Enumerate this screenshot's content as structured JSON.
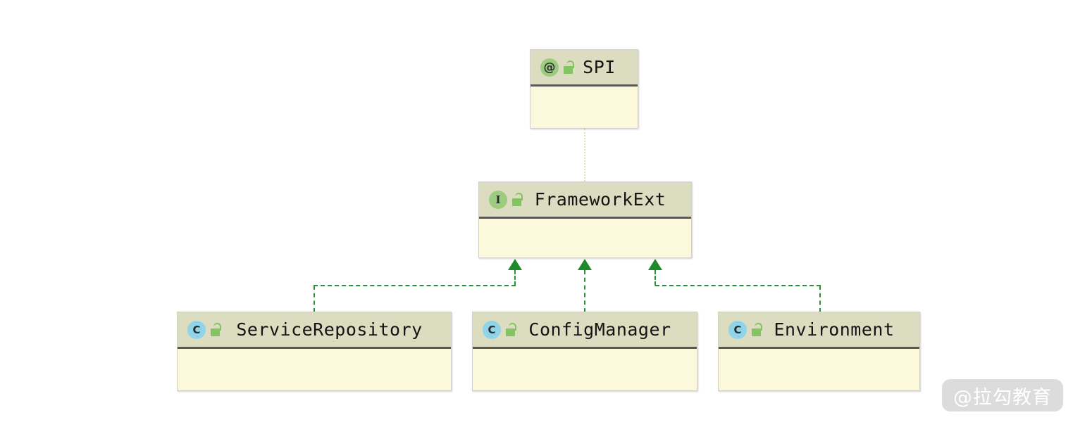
{
  "diagram": {
    "type": "uml-class-diagram",
    "background_color": "#ffffff",
    "header_color": "#dcdcc0",
    "body_color": "#fcf8dc",
    "divider_color": "#5a5a52",
    "arrow_color": "#2a9134",
    "dotted_color": "#e3e0b4",
    "nodes": [
      {
        "id": "spi",
        "name": "SPI",
        "stereotype": "annotation",
        "stereotype_glyph": "@",
        "visibility": "public",
        "visibility_icon": "unlocked-padlock-icon",
        "icon_color": "#9ccc7f"
      },
      {
        "id": "frameworkext",
        "name": "FrameworkExt",
        "stereotype": "interface",
        "stereotype_glyph": "I",
        "visibility": "public",
        "visibility_icon": "unlocked-padlock-icon",
        "icon_color": "#9ccc7f"
      },
      {
        "id": "servicerepository",
        "name": "ServiceRepository",
        "stereotype": "class",
        "stereotype_glyph": "C",
        "visibility": "public",
        "visibility_icon": "unlocked-padlock-icon",
        "icon_color": "#8fd4e8"
      },
      {
        "id": "configmanager",
        "name": "ConfigManager",
        "stereotype": "class",
        "stereotype_glyph": "C",
        "visibility": "public",
        "visibility_icon": "unlocked-padlock-icon",
        "icon_color": "#8fd4e8"
      },
      {
        "id": "environment",
        "name": "Environment",
        "stereotype": "class",
        "stereotype_glyph": "C",
        "visibility": "public",
        "visibility_icon": "unlocked-padlock-icon",
        "icon_color": "#8fd4e8"
      }
    ],
    "edges": [
      {
        "from": "spi",
        "to": "frameworkext",
        "style": "dotted",
        "kind": "annotation-link"
      },
      {
        "from": "servicerepository",
        "to": "frameworkext",
        "style": "dashed-arrow",
        "kind": "realization"
      },
      {
        "from": "configmanager",
        "to": "frameworkext",
        "style": "dashed-arrow",
        "kind": "realization"
      },
      {
        "from": "environment",
        "to": "frameworkext",
        "style": "dashed-arrow",
        "kind": "realization"
      }
    ]
  },
  "watermark": {
    "text": "@拉勾教育"
  }
}
